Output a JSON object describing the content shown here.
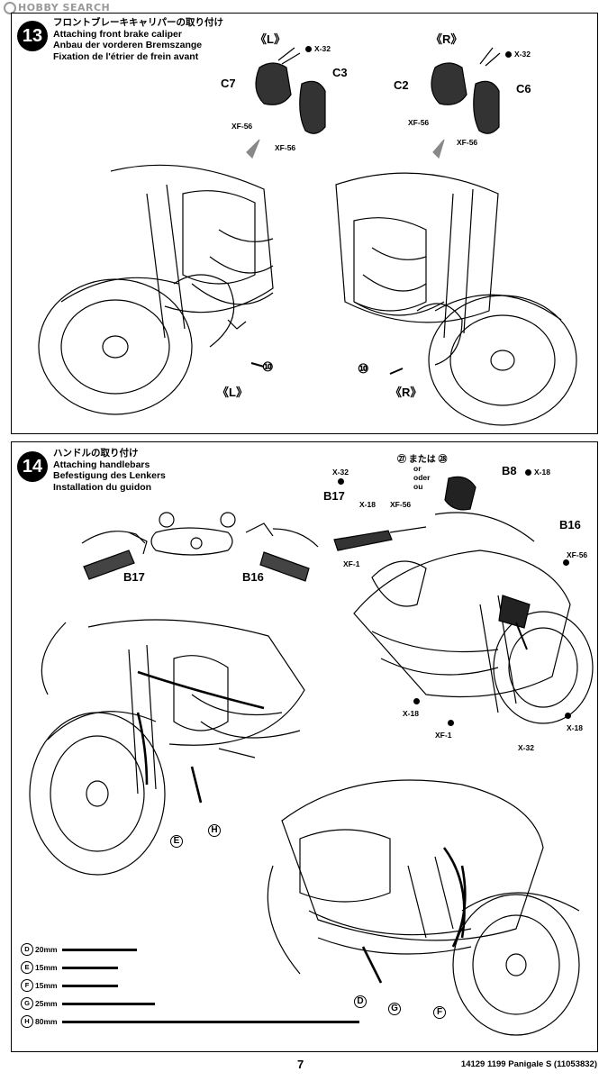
{
  "watermark": "HOBBY SEARCH",
  "step13": {
    "number": "13",
    "titles": [
      "フロントブレーキキャリパーの取り付け",
      "Attaching front brake caliper",
      "Anbau der vorderen Bremszange",
      "Fixation de l'étrier de frein avant"
    ],
    "side_left": "《L》",
    "side_right": "《R》",
    "parts_left": [
      "C7",
      "C3"
    ],
    "parts_right": [
      "C2",
      "C6"
    ],
    "screw_x32": "X-32",
    "paint_xf56": "XF-56",
    "callout": "⑩"
  },
  "step14": {
    "number": "14",
    "titles": [
      "ハンドルの取り付け",
      "Attaching handlebars",
      "Befestigung des Lenkers",
      "Installation du guidon"
    ],
    "decal_choice": [
      "㉗ または ㉘",
      "or",
      "oder",
      "ou"
    ],
    "parts": {
      "b8": "B8",
      "b16": "B16",
      "b17": "B17"
    },
    "screws": {
      "x18": "X-18",
      "x32": "X-32"
    },
    "paints": {
      "xf56": "XF-56",
      "xf1": "XF-1"
    },
    "tube_markers": [
      "E",
      "H",
      "D",
      "G",
      "F"
    ],
    "legend": [
      {
        "id": "D",
        "length": "20mm",
        "fraction": 0.2
      },
      {
        "id": "E",
        "length": "15mm",
        "fraction": 0.15
      },
      {
        "id": "F",
        "length": "15mm",
        "fraction": 0.15
      },
      {
        "id": "G",
        "length": "25mm",
        "fraction": 0.25
      },
      {
        "id": "H",
        "length": "80mm",
        "fraction": 0.8
      }
    ]
  },
  "footer": {
    "page": "7",
    "code": "14129  1199 Panigale S (11053832)"
  }
}
